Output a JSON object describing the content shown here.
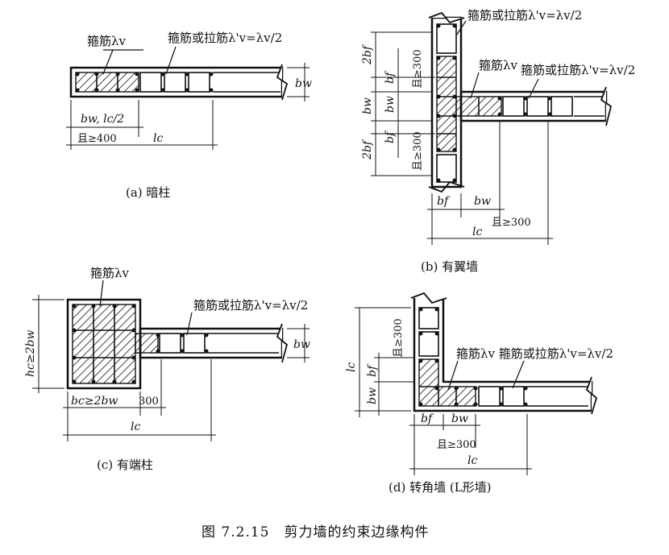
{
  "labels": {
    "stirrup": "箍筋λv",
    "stirrup_c": "箍筋λv",
    "stirrup_or_tie": "箍筋或拉筋λ'v=λv/2",
    "stirrup_and_tie_d": "箍筋λv 箍筋或拉筋λ'v=λv/2"
  },
  "dims": {
    "a_bw_lc": "bw, lc/2",
    "a_ge400": "且≥400",
    "a_lc": "lc",
    "a_bw": "bw",
    "b_2bf_top": "2bf",
    "b_bf_top": "bf",
    "b_bw_v": "bw",
    "b_bw_h": "bw",
    "b_bf_bot": "bf",
    "b_2bf_bot": "2bf",
    "b_ge300_top": "且≥300",
    "b_ge300_bot": "且≥300",
    "b_bf_h": "bf",
    "b_bw_h2": "bw",
    "b_lc": "lc",
    "b_ge300_h": "且≥300",
    "c_hc": "hc≥2bw",
    "c_bc": "bc≥2bw",
    "c_300": "300",
    "c_lc": "lc",
    "c_bw": "bw",
    "d_lc_v": "lc",
    "d_bf_v": "bf",
    "d_bw_v": "bw",
    "d_ge300_v": "且≥300",
    "d_bf_h": "bf",
    "d_bw_h": "bw",
    "d_ge300_h": "且≥300",
    "d_lc_h": "lc"
  },
  "captions": {
    "a": "(a) 暗柱",
    "b": "(b) 有翼墙",
    "c": "(c) 有端柱",
    "d": "(d) 转角墙 (L形墙)"
  },
  "figure_title": "图 7.2.15　剪力墙的约束边缘构件"
}
